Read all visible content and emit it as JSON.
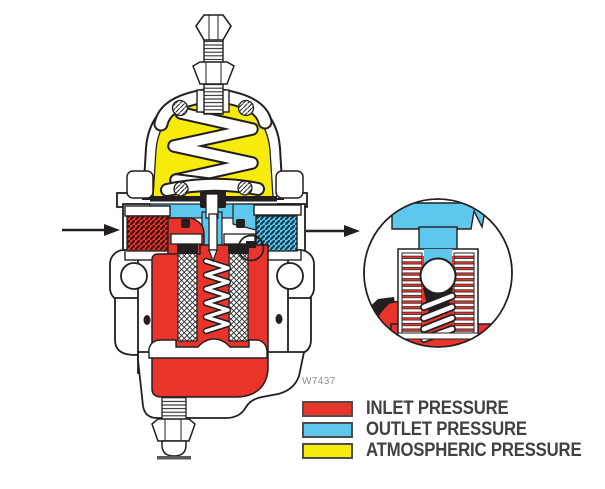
{
  "figure": {
    "code": "W7437"
  },
  "diagram": {
    "type": "pressure-regulator-cutaway",
    "arrows": [
      {
        "name": "inlet-flow-arrow",
        "direction": "right",
        "meaning": "flow into inlet"
      },
      {
        "name": "outlet-flow-arrow",
        "direction": "right",
        "meaning": "flow out of outlet"
      }
    ],
    "callout": {
      "name": "valve-seat-detail",
      "shape": "circle"
    }
  },
  "legend": {
    "items": [
      {
        "key": "inlet",
        "label": "INLET PRESSURE",
        "color": "#E9342B"
      },
      {
        "key": "outlet",
        "label": "OUTLET PRESSURE",
        "color": "#5EC7EE"
      },
      {
        "key": "atmospheric",
        "label": "ATMOSPHERIC PRESSURE",
        "color": "#F7EB0C"
      }
    ]
  },
  "colors": {
    "inlet_red": "#E9342B",
    "outlet_blue": "#5EC7EE",
    "atmospheric_yellow": "#F7EB0C",
    "outline": "#231F20",
    "label_text": "#414042",
    "figure_code_text": "#8D8F92",
    "swatch_border": "#4D4D4F"
  }
}
